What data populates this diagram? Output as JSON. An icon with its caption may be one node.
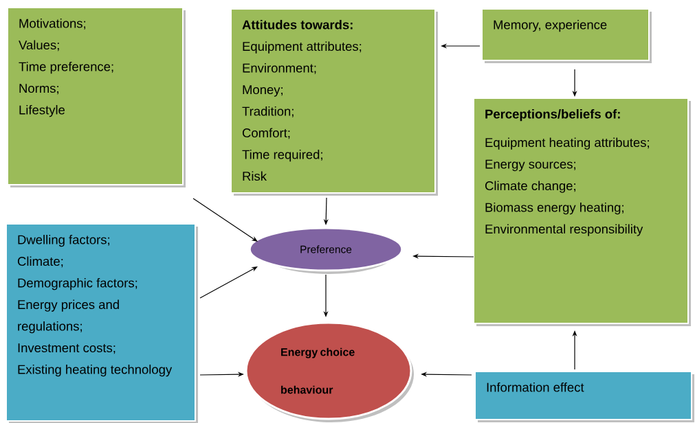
{
  "diagram": {
    "nodes": [
      {
        "text": [
          "Motivations;",
          "Values;",
          "Time preference;",
          "Norms;",
          "Lifestyle"
        ]
      },
      {
        "text": [
          "Attitudes towards:",
          "Equipment attributes;",
          "Environment;",
          "Money;",
          "Tradition;",
          "Comfort;",
          "Time required;",
          "Risk"
        ]
      },
      {
        "text": [
          "Memory, experience"
        ]
      },
      {
        "text": [
          "Perceptions/beliefs of:",
          "Equipment heating attributes;",
          "Energy sources;",
          "Climate change;",
          "Biomass energy heating;",
          "Environmental responsibility"
        ]
      },
      {
        "text": [
          "Preference"
        ]
      },
      {
        "text": [
          "Dwelling factors;",
          "Climate;",
          "Demographic factors;",
          "Energy prices and regulations;",
          "Investment costs;",
          "Existing heating technology"
        ]
      },
      {
        "text": [
          "Energy choice behaviour"
        ]
      },
      {
        "text": [
          "Information effect"
        ]
      }
    ],
    "edges": [
      {
        "from": 0,
        "to": 4,
        "arrow": "to"
      },
      {
        "from": 1,
        "to": 4,
        "arrow": "to"
      },
      {
        "from": 2,
        "to": 1,
        "arrow": "to"
      },
      {
        "from": 2,
        "to": 3,
        "arrow": "to"
      },
      {
        "from": 3,
        "to": 4,
        "arrow": "to"
      },
      {
        "from": 5,
        "to": 4,
        "arrow": "to"
      },
      {
        "from": 4,
        "to": 6,
        "arrow": "to"
      },
      {
        "from": 5,
        "to": 6,
        "arrow": "to"
      },
      {
        "from": 7,
        "to": 6,
        "arrow": "to"
      },
      {
        "from": 7,
        "to": 3,
        "arrow": "to"
      }
    ]
  }
}
